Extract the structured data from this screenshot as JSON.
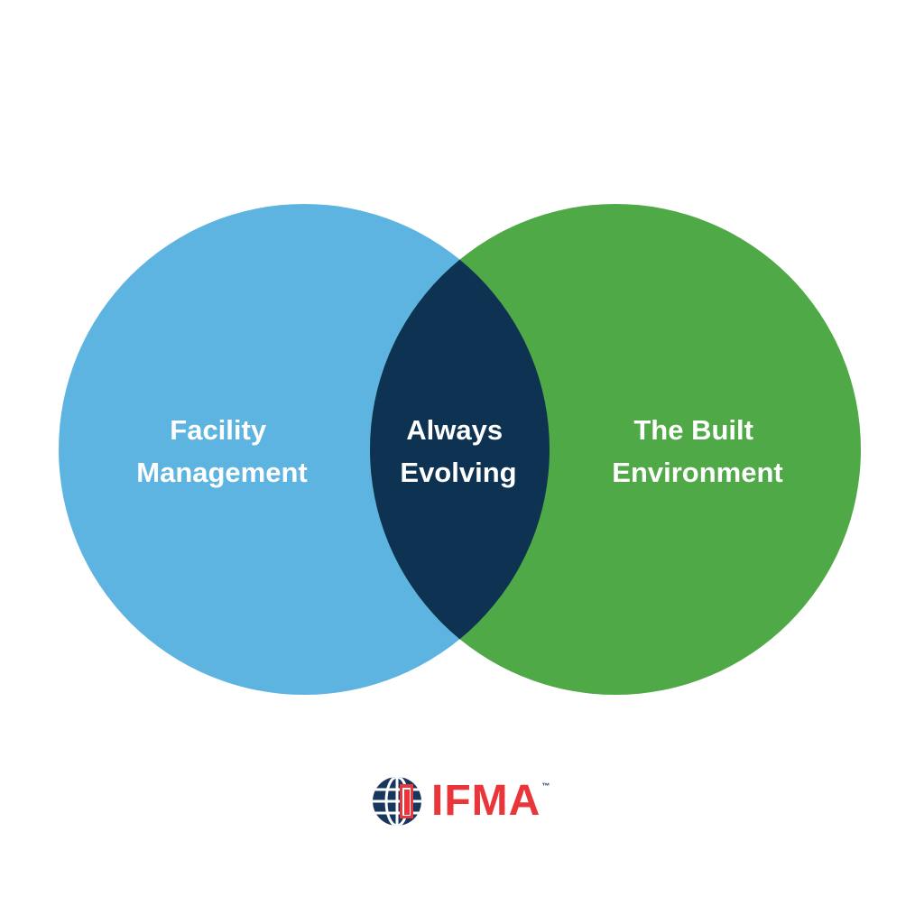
{
  "diagram": {
    "left_circle": {
      "color": "#5eb4e0",
      "label_lines": [
        "Facility",
        "Management"
      ]
    },
    "right_circle": {
      "color": "#4ea946",
      "label_lines": [
        "The Built",
        "Environment"
      ]
    },
    "intersection": {
      "color": "#0e3251",
      "label_lines": [
        "Always",
        "Evolving"
      ]
    },
    "label_color": "#ffffff"
  },
  "logo": {
    "text": "IFMA",
    "trademark": "™",
    "text_color": "#e8363b",
    "globe_color": "#18375e",
    "globe_accent": "#e8363b"
  }
}
